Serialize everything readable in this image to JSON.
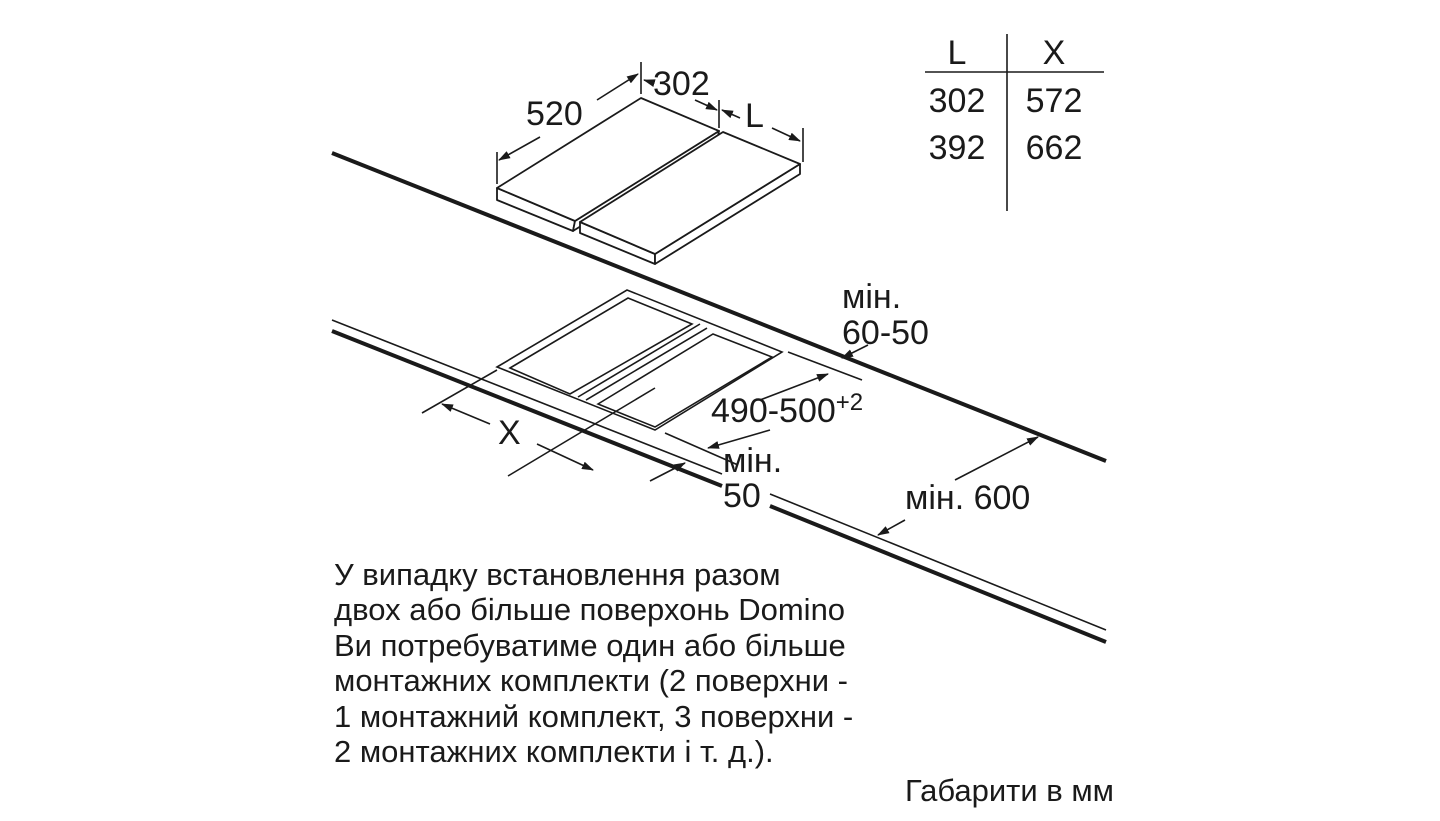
{
  "dimensions": {
    "depth": "520",
    "width_fixed": "302",
    "width_var": "L",
    "wall_gap_label": "мін.",
    "wall_gap_value": "60-50",
    "cutout_depth": "490-500",
    "cutout_depth_tol": "+2",
    "cutout_width": "X",
    "front_gap_label": "мін.",
    "front_gap_value": "50",
    "worktop_depth": "мін. 600"
  },
  "table": {
    "headers": [
      "L",
      "X"
    ],
    "rows": [
      [
        "302",
        "572"
      ],
      [
        "392",
        "662"
      ]
    ]
  },
  "note_lines": [
    "У випадку встановлення разом",
    "двох або більше поверхонь Domino",
    "Ви потребуватиме один або більше",
    "монтажних комплекти (2 поверхни -",
    "1 монтажний комплект, 3 поверхни -",
    "2 монтажних комплекти і т. д.)."
  ],
  "units_caption": "Габарити в мм"
}
